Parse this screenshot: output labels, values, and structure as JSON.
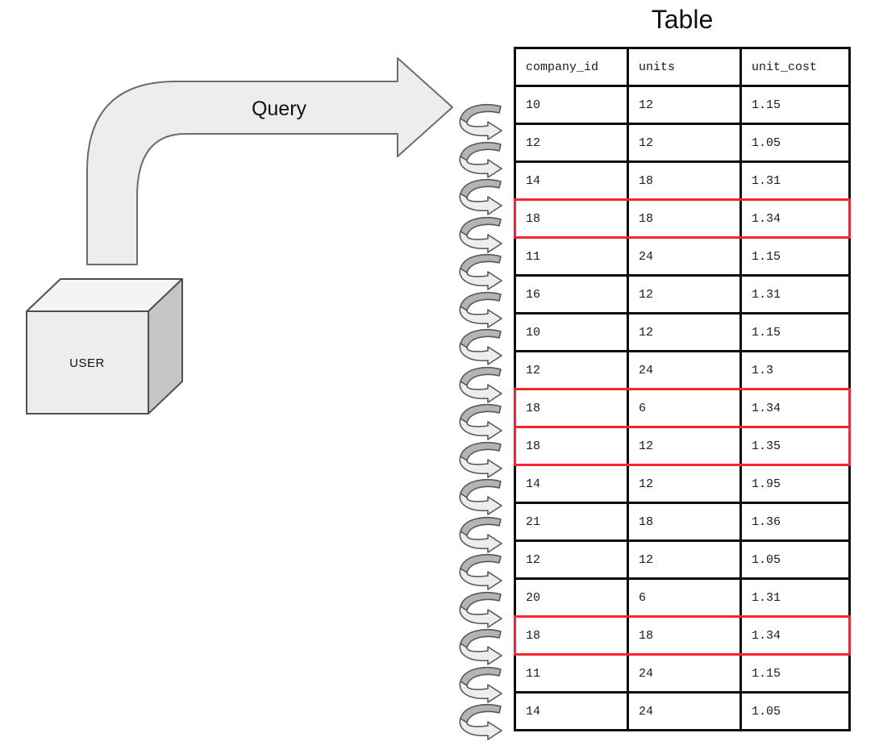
{
  "diagram": {
    "query_label": "Query",
    "user_label": "USER",
    "loop_arrow_count": 17
  },
  "table": {
    "title": "Table",
    "columns": [
      "company_id",
      "units",
      "unit_cost"
    ],
    "rows": [
      [
        "10",
        "12",
        "1.15"
      ],
      [
        "12",
        "12",
        "1.05"
      ],
      [
        "14",
        "18",
        "1.31"
      ],
      [
        "18",
        "18",
        "1.34"
      ],
      [
        "11",
        "24",
        "1.15"
      ],
      [
        "16",
        "12",
        "1.31"
      ],
      [
        "10",
        "12",
        "1.15"
      ],
      [
        "12",
        "24",
        "1.3"
      ],
      [
        "18",
        "6",
        "1.34"
      ],
      [
        "18",
        "12",
        "1.35"
      ],
      [
        "14",
        "12",
        "1.95"
      ],
      [
        "21",
        "18",
        "1.36"
      ],
      [
        "12",
        "12",
        "1.05"
      ],
      [
        "20",
        "6",
        "1.31"
      ],
      [
        "18",
        "18",
        "1.34"
      ],
      [
        "11",
        "24",
        "1.15"
      ],
      [
        "14",
        "24",
        "1.05"
      ]
    ],
    "highlighted_rows": [
      3,
      8,
      9,
      14
    ]
  },
  "colors": {
    "highlight_red": "#f92430",
    "table_border": "#0d0d0d",
    "shape_fill": "#ededed",
    "shape_stroke": "#6b6b6b",
    "cube_side": "#c6c6c6",
    "loop_dark": "#b4b4b4"
  }
}
